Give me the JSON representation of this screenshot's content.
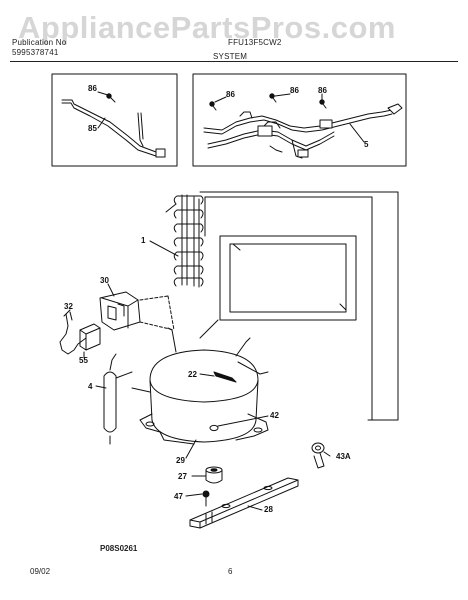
{
  "watermark": "AppliancePartsPros.com",
  "header": {
    "left_line1": "Publication No",
    "left_line2": "5995378741",
    "model": "FFU13F5CW2",
    "section": "SYSTEM"
  },
  "callouts": {
    "c86a": "86",
    "c85": "85",
    "c86b": "86",
    "c86c": "86",
    "c86d": "86",
    "c5": "5",
    "c1": "1",
    "c30": "30",
    "c32": "32",
    "c55": "55",
    "c4": "4",
    "c22": "22",
    "c42": "42",
    "c29": "29",
    "c27": "27",
    "c47": "47",
    "c28": "28",
    "c43a": "43A"
  },
  "figure_code": "P08S0261",
  "footer": {
    "date": "09/02",
    "page": "6"
  }
}
